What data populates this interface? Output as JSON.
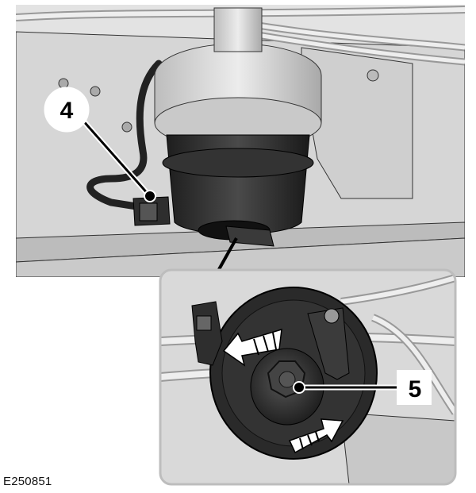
{
  "figure": {
    "reference_code": "E250851",
    "callouts": [
      {
        "id": "callout-4",
        "label": "4"
      },
      {
        "id": "callout-5",
        "label": "5"
      }
    ]
  },
  "colors": {
    "background": "#ffffff",
    "frame_gray": "#d9d9d9",
    "dark_filter": "#2b2b2b",
    "line": "#000000"
  }
}
